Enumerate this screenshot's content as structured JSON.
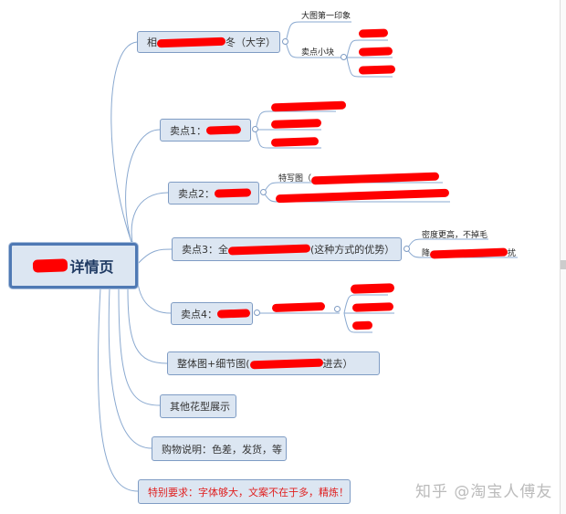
{
  "root": {
    "label": "详情页"
  },
  "branches": [
    {
      "label_prefix": "相",
      "label_suffix": "冬（大字）",
      "children": [
        {
          "label": "大图第一印象"
        },
        {
          "label": "卖点小块"
        }
      ]
    },
    {
      "label": "卖点1："
    },
    {
      "label": "卖点2：",
      "children": [
        {
          "label": "特写图（"
        }
      ]
    },
    {
      "label_prefix": "卖点3：全",
      "label_suffix": "(这种方式的优势）",
      "children": [
        {
          "label": "密度更高，不掉毛"
        },
        {
          "label": "降",
          "suffix": "扰"
        }
      ]
    },
    {
      "label": "卖点4："
    },
    {
      "label_prefix": "整体图+细节图(",
      "label_suffix": "进去）"
    },
    {
      "label": "其他花型展示"
    },
    {
      "label": "购物说明：色差，发货，等"
    },
    {
      "label": "特别要求：字体够大，文案不在于多，精炼！"
    }
  ],
  "watermark": "知乎 @淘宝人傅友",
  "colors": {
    "node_bg": "#dce6f2",
    "node_border": "#7f9cc4",
    "special_text": "#e02020",
    "redaction": "#ff0000"
  }
}
